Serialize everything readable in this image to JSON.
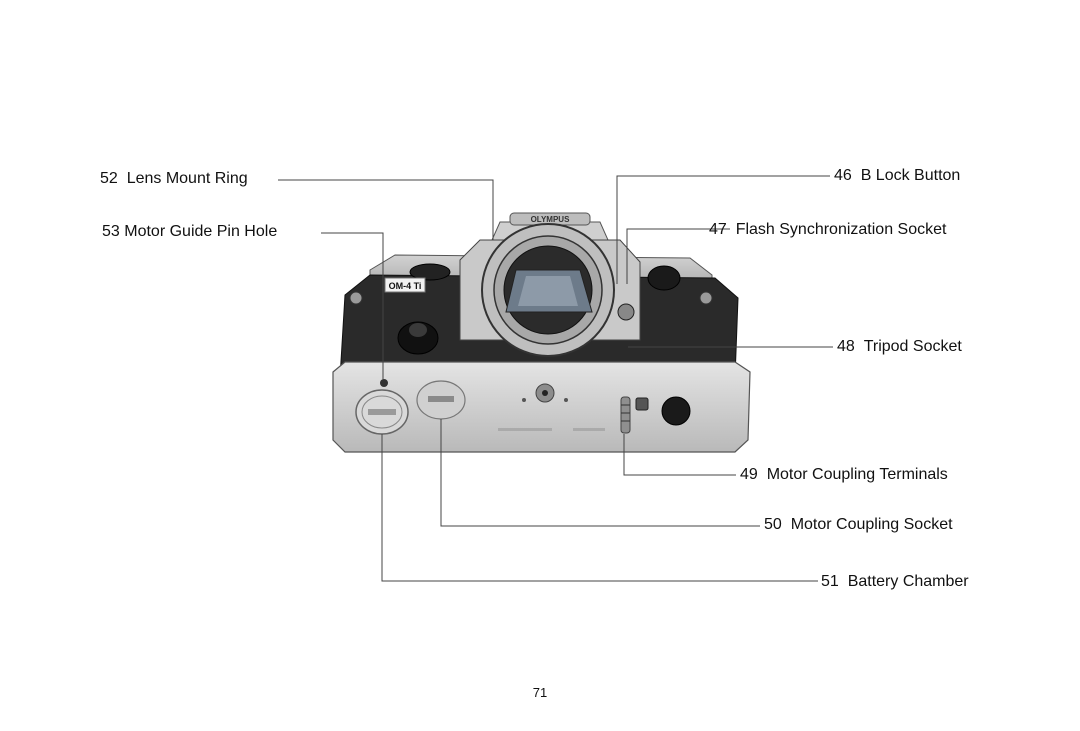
{
  "page": {
    "number": "71"
  },
  "camera": {
    "model_badge": "OM-4 Ti",
    "brand": "OLYMPUS"
  },
  "callouts": [
    {
      "id": "52",
      "number": "52",
      "text": "Lens Mount Ring"
    },
    {
      "id": "53",
      "number": "53",
      "text": "Motor Guide Pin Hole"
    },
    {
      "id": "46",
      "number": "46",
      "text": "B Lock Button"
    },
    {
      "id": "47",
      "number": "47",
      "text": "Flash Synchronization Socket"
    },
    {
      "id": "48",
      "number": "48",
      "text": "Tripod Socket"
    },
    {
      "id": "49",
      "number": "49",
      "text": "Motor Coupling Terminals"
    },
    {
      "id": "50",
      "number": "50",
      "text": "Motor Coupling Socket"
    },
    {
      "id": "51",
      "number": "51",
      "text": "Battery Chamber"
    }
  ]
}
